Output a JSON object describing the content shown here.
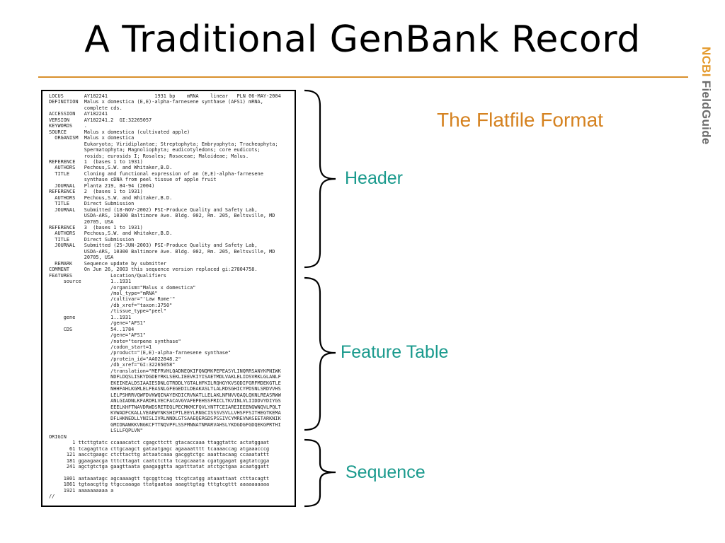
{
  "slide": {
    "title": "A Traditional GenBank Record",
    "subtitle": "The Flatfile Format",
    "brand_ncbi": "NCBI",
    "brand_fieldguide": " FieldGuide"
  },
  "labels": {
    "header": "Header",
    "feature_table": "Feature Table",
    "sequence": "Sequence"
  },
  "record": {
    "lines": [
      "LOCUS       AY182241                1931 bp    mRNA    linear   PLN 06-MAY-2004",
      "DEFINITION  Malus x domestica (E,E)-alpha-farnesene synthase (AFS1) mRNA,",
      "            complete cds.",
      "ACCESSION   AY182241",
      "VERSION     AY182241.2  GI:32265057",
      "KEYWORDS    .",
      "SOURCE      Malus x domestica (cultivated apple)",
      "  ORGANISM  Malus x domestica",
      "            Eukaryota; Viridiplantae; Streptophyta; Embryophyta; Tracheophyta;",
      "            Spermatophyta; Magnoliophyta; eudicotyledons; core eudicots;",
      "            rosids; eurosids I; Rosales; Rosaceae; Maloideae; Malus.",
      "REFERENCE   1  (bases 1 to 1931)",
      "  AUTHORS   Pechous,S.W. and Whitaker,B.D.",
      "  TITLE     Cloning and functional expression of an (E,E)-alpha-farnesene",
      "            synthase cDNA from peel tissue of apple fruit",
      "  JOURNAL   Planta 219, 84-94 (2004)",
      "REFERENCE   2  (bases 1 to 1931)",
      "  AUTHORS   Pechous,S.W. and Whitaker,B.D.",
      "  TITLE     Direct Submission",
      "  JOURNAL   Submitted (18-NOV-2002) PSI-Produce Quality and Safety Lab,",
      "            USDA-ARS, 10300 Baltimore Ave. Bldg. 002, Rm. 205, Beltsville, MD",
      "            20705, USA",
      "REFERENCE   3  (bases 1 to 1931)",
      "  AUTHORS   Pechous,S.W. and Whitaker,B.D.",
      "  TITLE     Direct Submission",
      "  JOURNAL   Submitted (25-JUN-2003) PSI-Produce Quality and Safety Lab,",
      "            USDA-ARS, 10300 Baltimore Ave. Bldg. 002, Rm. 205, Beltsville, MD",
      "            20705, USA",
      "  REMARK    Sequence update by submitter",
      "COMMENT     On Jun 26, 2003 this sequence version replaced gi:27804758.",
      "FEATURES             Location/Qualifiers",
      "     source          1..1931",
      "                     /organism=\"Malus x domestica\"",
      "                     /mol_type=\"mRNA\"",
      "                     /cultivar=\"'Law Rome'\"",
      "                     /db_xref=\"taxon:3750\"",
      "                     /tissue_type=\"peel\"",
      "     gene            1..1931",
      "                     /gene=\"AFS1\"",
      "     CDS             54..1784",
      "                     /gene=\"AFS1\"",
      "                     /note=\"terpene synthase\"",
      "                     /codon_start=1",
      "                     /product=\"(E,E)-alpha-farnesene synthase\"",
      "                     /protein_id=\"AAO22848.2\"",
      "                     /db_xref=\"GI:32265058\"",
      "                     /translation=\"MEFRVHLQADNEQKIFQNQMKPEPEASYLINQRRSANYKPNIWK",
      "                     NDFLDQSLISKYDGDEYRKLSEKLIEEVKIYISAETMDLVAKLELIDSVRKLGLANLF",
      "                     EKEIKEALDSIAAIESDNLGTRDDLYGTALHFKILRQHGYKVSQDIFGRFMDEKGTLE",
      "                     NHHFAHLKGMLELFEASNLGFEGEDILDEAKASLTLALRDSGHICYPDSNLSRDVVHS",
      "                     LELPSHRRVQWFDVKWQINAYEKDICRVNATLLELAKLNFNVVQAQLQKNLREASRWW",
      "                     ANLGIADNLKFARDRLVECFACAVGVAFEPEHSSFRICLTKVINLVLIIDDVYDIYGS",
      "                     EEELKHFTNAVDRWDSRETEQLPECMKMCFQVLYNTTCEIAREIEEENGWNQVLPQLT",
      "                     KVWADFCKALLVEAEWYNKSHIPTLEEYLRNGCISSSVSVLLVHSFFSITHEGTKEMA",
      "                     DFLHKNEDLLYNISLIVRLNNDLGTSAAEQERGDSPSSIVCYMREVNASEETARKNIK",
      "                     GMIDNAWKKVNGKCFTTNQVPFLSSFMNNATNMARVAHSLYKDGDGFGDQEKGPRTHI",
      "                     LSLLFQPLVN\"",
      "ORIGIN",
      "        1 ttcttgtatc ccaaacatct cgagcttctt gtacaccaaa ttaggtattc actatggaat",
      "       61 tcagagttca cttgcaagct gataatgagc agaaaatttt tcaaaaccag atgaaacccg",
      "      121 aacctgaagc ctcttacttg attaatcaaa gacggtctgc aaattacaag ccaaatattt",
      "      181 ggaagaacga tttcttagat caatctctta tcagcaaata cgatggagat gagtatcgga",
      "      241 agctgtctga gaagttaata gaagaggtta agatttatat atctgctgaa acaatggatt",
      "",
      "     1801 aataaatagc agcaaaagtt tgcggttcag ttcgtcatgg ataaattaat ctttacagtt",
      "     1861 tgtaacgttg ttgccaaaga ttatgaataa aaagttgtag tttgtcgttt aaaaaaaaaa",
      "     1921 aaaaaaaaaa a",
      "//"
    ]
  }
}
